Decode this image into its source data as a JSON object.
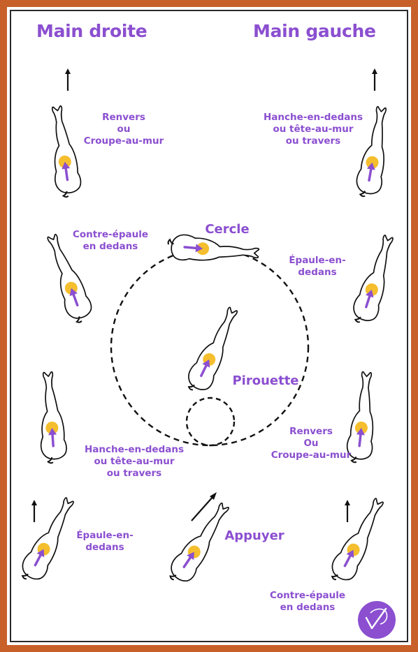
{
  "headings": {
    "left": "Main droite",
    "right": "Main gauche"
  },
  "labels": {
    "renvers_tl": [
      "Renvers",
      "ou",
      "Croupe-au-mur"
    ],
    "hanche_tr": [
      "Hanche-en-dedans",
      "ou tête-au-mur",
      "ou travers"
    ],
    "contre_epaule_ml": [
      "Contre-épaule",
      "en dedans"
    ],
    "cercle": "Cercle",
    "epaule_mr": [
      "Épaule-en-",
      "dedans"
    ],
    "pirouette": "Pirouette",
    "renvers_r": [
      "Renvers",
      "Ou",
      "Croupe-au-mur"
    ],
    "hanche_ml": [
      "Hanche-en-dedans",
      "ou tête-au-mur",
      "ou travers"
    ],
    "epaule_bl": [
      "Épaule-en-",
      "dedans"
    ],
    "appuyer": "Appuyer",
    "contre_epaule_br": [
      "Contre-épaule",
      "en dedans"
    ]
  },
  "colors": {
    "accent": "#8b4fd0",
    "marker": "#f5be2e",
    "border": "#c8602a",
    "ink": "#1a1a1a"
  },
  "icons": [
    "horse-icon",
    "direction-arrow-icon",
    "logo-badge-icon"
  ]
}
